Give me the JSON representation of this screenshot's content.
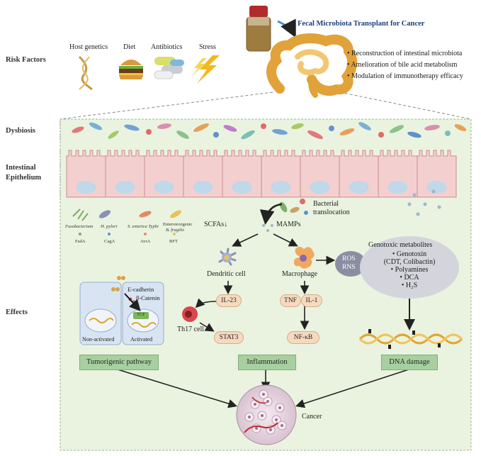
{
  "side_labels": {
    "risk_factors": "Risk Factors",
    "dysbiosis": "Dysbiosis",
    "epithelium_line1": "Intestinal",
    "epithelium_line2": "Epithelium",
    "effects": "Effects"
  },
  "risk_factors": [
    "Host genetics",
    "Diet",
    "Antibiotics",
    "Stress"
  ],
  "fmt": {
    "title": "Fecal Microbiota Transplant for Cancer",
    "bullets": [
      "Reconstruction of intestinal microbiota",
      "Amelioration of bile acid metabolism",
      "Modulation of immunotherapy efficacy"
    ]
  },
  "bacteria": {
    "names": [
      "Fusobacterium",
      "H. pylori",
      "S. enterica Typhi",
      "Enterotoxigenic"
    ],
    "name_extra": "B. fragilis",
    "toxins": [
      "FadA",
      "CagA",
      "AvrA",
      "BFT"
    ]
  },
  "wnt": {
    "ecadherin": "E-cadherin",
    "bcatenin": "β-Catenin",
    "tcf": "TCF",
    "non_activated": "Non-activated",
    "activated": "Activated"
  },
  "pathways": {
    "scfas": "SCFAs↓",
    "mamps": "MAMPs",
    "bacterial_translocation_1": "Bacterial",
    "bacterial_translocation_2": "translocation",
    "dendritic_cell": "Dendritic cell",
    "macrophage": "Macrophage",
    "il23": "IL-23",
    "th17": "Th17 cell",
    "stat3": "STAT3",
    "tnf": "TNF",
    "il1": "IL-1",
    "nfkb": "NF-κB",
    "ros": "ROS",
    "rns": "RNS"
  },
  "genotoxic": {
    "title": "Genotoxic metabolites",
    "items": [
      "Genotoxin",
      "(CDT, Colibactin)",
      "Polyamines",
      "DCA",
      "H₂S"
    ]
  },
  "outcomes": {
    "tumorigenic": "Tumorigenic pathway",
    "inflammation": "Inflammation",
    "dna_damage": "DNA damage",
    "cancer": "Cancer"
  },
  "colors": {
    "panel_bg": "#eaf3df",
    "cell_fill": "#f4cfd0",
    "cell_stroke": "#c98c8f",
    "nucleus": "#bfd8ea",
    "outcome_box": "#a8cfa0",
    "pill": "#f6d9bf",
    "genotoxic_cloud": "#d4d5dc"
  }
}
